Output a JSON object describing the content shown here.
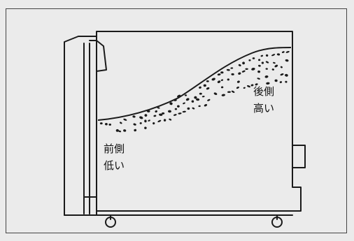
{
  "labels": {
    "front_line1": "前側",
    "front_line2": "低い",
    "rear_line1": "後側",
    "rear_line2": "高い"
  },
  "colors": {
    "background": "#ebebeb",
    "stroke": "#1a1a1a"
  }
}
